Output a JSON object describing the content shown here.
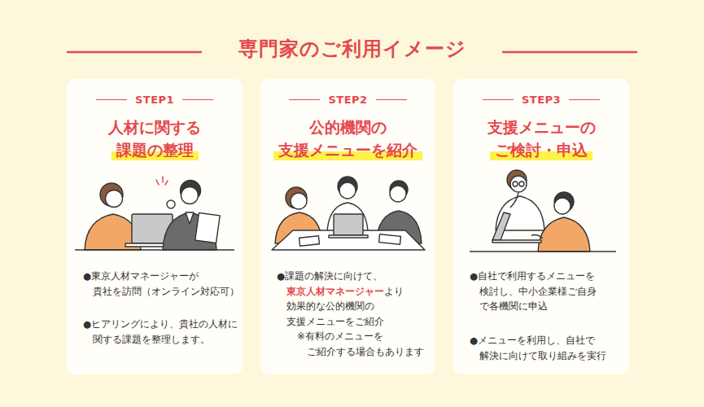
{
  "diagram": {
    "title": "専門家のご利用イメージ",
    "nodes": [
      {
        "text": [
          "STEP1",
          "人材に関する",
          "課題の整理",
          "●東京人材マネージャーが 貴社を訪問（オンライン対応可）",
          "●ヒアリングにより、貴社の人材に 関する課題を整理します。"
        ]
      },
      {
        "text": [
          "STEP2",
          "公的機関の",
          "支援メニューを紹介",
          "●課題の解決に向けて、",
          "東京人材マネージャー",
          "より 効果的な公的機関の 支援メニューをご紹介",
          "※有料のメニューを ご紹介する場合もあります"
        ]
      },
      {
        "text": [
          "STEP3",
          "支援メニューの",
          "ご検討・申込",
          "●自社で利用するメニューを 検討し、中小企業様ご自身 で各機関に申込",
          "●メニューを利用し、自社で 解決に向けて取り組みを実行"
        ]
      }
    ]
  }
}
